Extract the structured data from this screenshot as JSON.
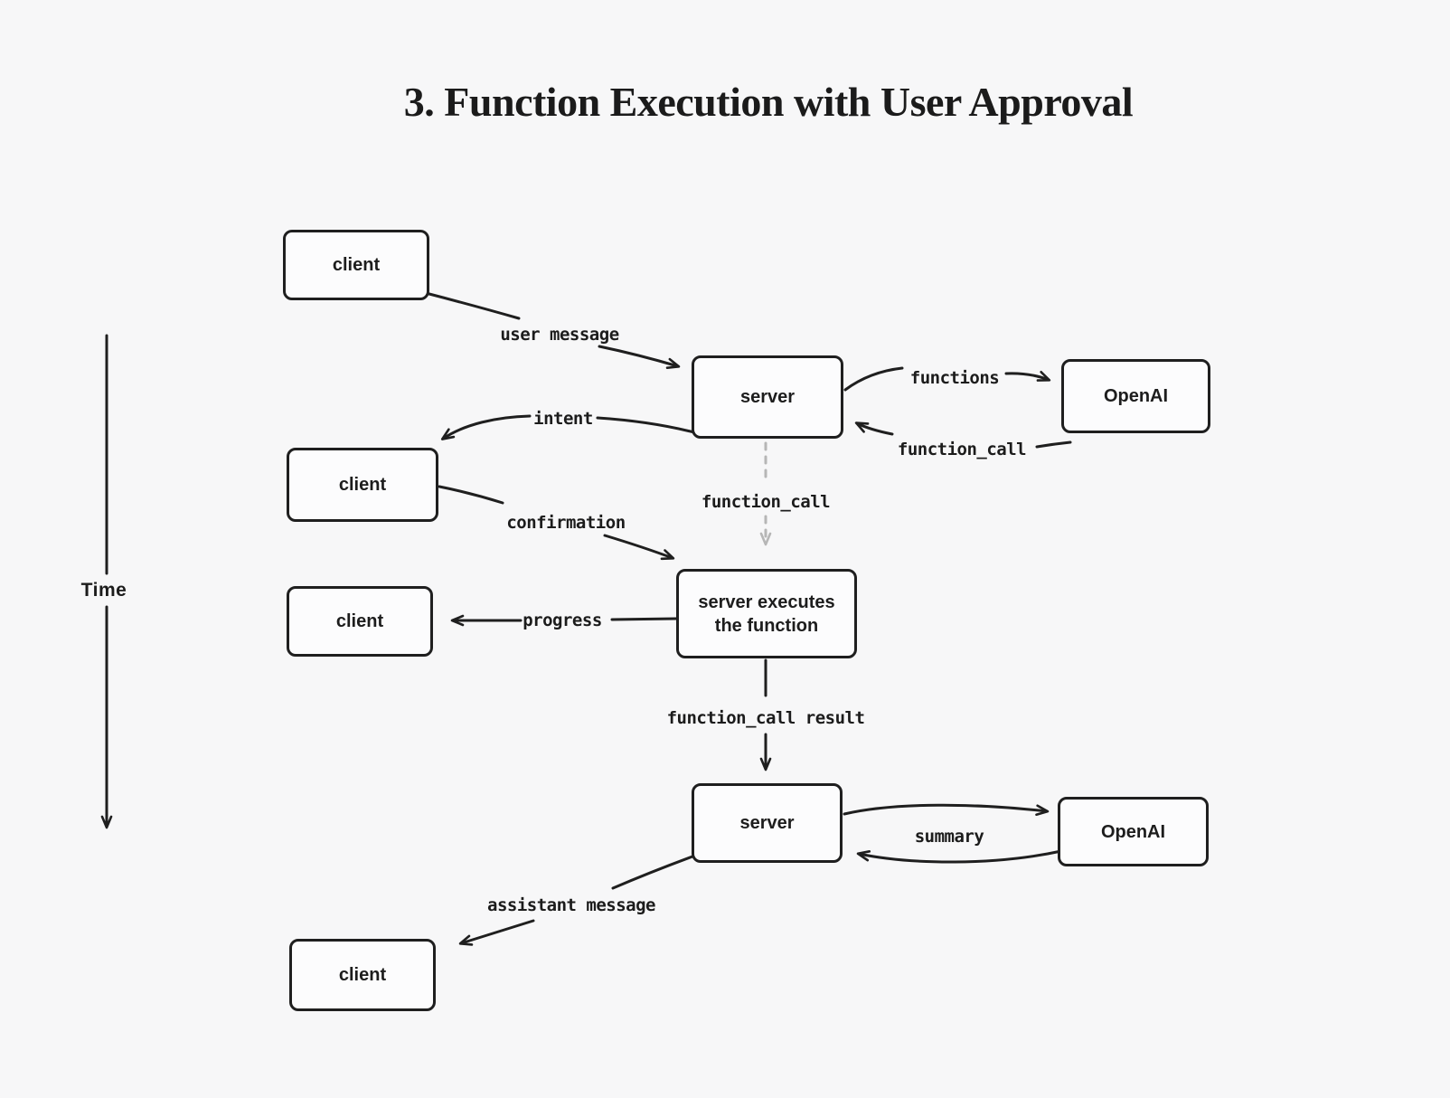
{
  "title": "3. Function Execution with User Approval",
  "time_axis": {
    "label": "Time"
  },
  "colors": {
    "background": "#f7f7f8",
    "node_fill": "#fcfcfd",
    "stroke": "#1f1f1f",
    "dashed_stroke": "#b6b6b6"
  },
  "nodes": {
    "client_1": {
      "label": "client"
    },
    "server_1": {
      "label": "server"
    },
    "openai_1": {
      "label": "OpenAI"
    },
    "client_2": {
      "label": "client"
    },
    "server_executes": {
      "label": "server executes the function"
    },
    "client_3": {
      "label": "client"
    },
    "server_2": {
      "label": "server"
    },
    "openai_2": {
      "label": "OpenAI"
    },
    "client_4": {
      "label": "client"
    }
  },
  "edges": {
    "user_message": {
      "label": "user message",
      "from": "client_1",
      "to": "server_1",
      "style": "solid"
    },
    "functions": {
      "label": "functions",
      "from": "server_1",
      "to": "openai_1",
      "style": "solid"
    },
    "function_call_return": {
      "label": "function_call",
      "from": "openai_1",
      "to": "server_1",
      "style": "solid"
    },
    "intent": {
      "label": "intent",
      "from": "server_1",
      "to": "client_2",
      "style": "solid"
    },
    "confirmation": {
      "label": "confirmation",
      "from": "client_2",
      "to": "server_executes",
      "style": "solid"
    },
    "function_call_internal": {
      "label": "function_call",
      "from": "server_1",
      "to": "server_executes",
      "style": "dashed"
    },
    "progress": {
      "label": "progress",
      "from": "server_executes",
      "to": "client_3",
      "style": "solid"
    },
    "function_call_result": {
      "label": "function_call result",
      "from": "server_executes",
      "to": "server_2",
      "style": "solid"
    },
    "summary": {
      "label": "summary",
      "from": "server_2",
      "to": "openai_2",
      "bidirectional": true,
      "style": "solid"
    },
    "assistant_message": {
      "label": "assistant message",
      "from": "server_2",
      "to": "client_4",
      "style": "solid"
    }
  }
}
